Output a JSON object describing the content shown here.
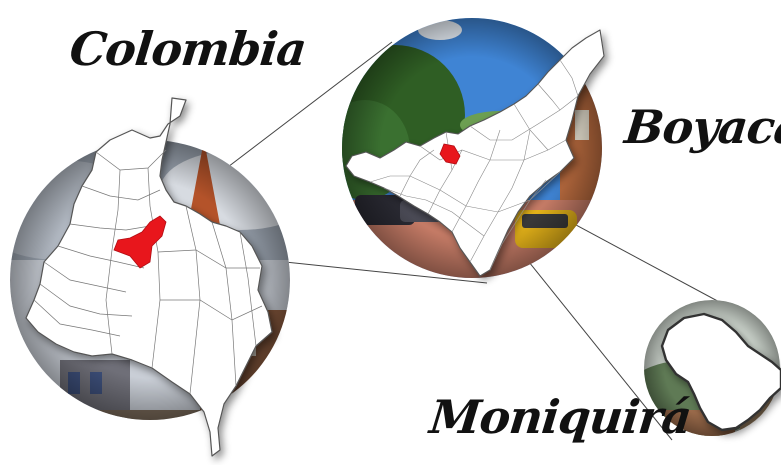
{
  "labels": {
    "country": "Colombia",
    "department": "Boyacá",
    "municipality": "Moniquirá"
  },
  "colors": {
    "highlight": "#e8141a",
    "map_fill": "#ffffff",
    "map_stroke": "#555555",
    "sky": "#5b8fd1",
    "connector": "#444444"
  },
  "icons": {
    "country_map": "colombia-map-icon",
    "department_map": "boyaca-map-icon",
    "municipality_map": "moniquira-map-icon"
  }
}
